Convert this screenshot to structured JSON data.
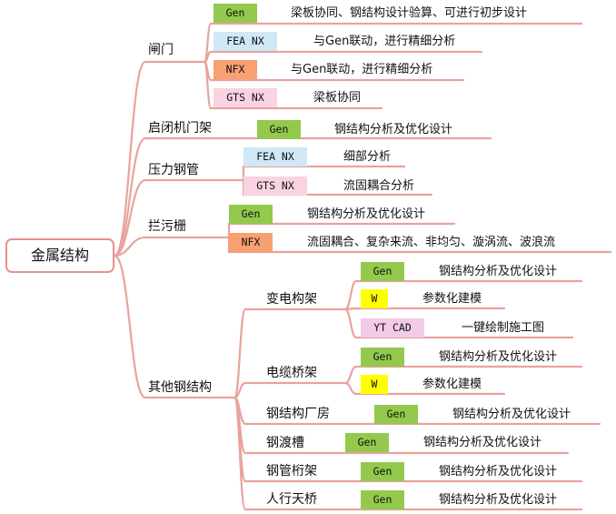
{
  "colors": {
    "line": "#e9a39e",
    "gen": "#93c94d",
    "fea": "#cfe8f6",
    "nfx": "#f7a070",
    "gts": "#f9d3e2",
    "w": "#ffff00",
    "ytcad": "#f2cbe9"
  },
  "root": {
    "label": "金属结构"
  },
  "branches": {
    "zhamen": {
      "label": "闸门"
    },
    "qibi": {
      "label": "启闭机门架"
    },
    "yaligang": {
      "label": "压力钢管"
    },
    "lanwushan": {
      "label": "拦污栅"
    },
    "qita": {
      "label": "其他钢结构"
    }
  },
  "subbranches": {
    "biandian": {
      "label": "变电构架"
    },
    "dianlan": {
      "label": "电缆桥架"
    },
    "changfang": {
      "label": "钢结构厂房"
    },
    "ducao": {
      "label": "钢渡槽"
    },
    "guanhangjia": {
      "label": "钢管桁架"
    },
    "tianqiao": {
      "label": "人行天桥"
    }
  },
  "leaves": [
    {
      "id": "zm-gen",
      "tag": "Gen",
      "tag_type": "gen",
      "desc": "梁板协同、钢结构设计验算、可进行初步设计"
    },
    {
      "id": "zm-fea",
      "tag": "FEA NX",
      "tag_type": "fea",
      "desc": "与Gen联动，进行精细分析"
    },
    {
      "id": "zm-nfx",
      "tag": "NFX",
      "tag_type": "nfx",
      "desc": "与Gen联动，进行精细分析"
    },
    {
      "id": "zm-gts",
      "tag": "GTS NX",
      "tag_type": "gts",
      "desc": "梁板协同"
    },
    {
      "id": "qb-gen",
      "tag": "Gen",
      "tag_type": "gen",
      "desc": "钢结构分析及优化设计"
    },
    {
      "id": "yl-fea",
      "tag": "FEA NX",
      "tag_type": "fea",
      "desc": "细部分析"
    },
    {
      "id": "yl-gts",
      "tag": "GTS NX",
      "tag_type": "gts",
      "desc": "流固耦合分析"
    },
    {
      "id": "lw-gen",
      "tag": "Gen",
      "tag_type": "gen",
      "desc": "钢结构分析及优化设计"
    },
    {
      "id": "lw-nfx",
      "tag": "NFX",
      "tag_type": "nfx",
      "desc": "流固耦合、复杂来流、非均匀、漩涡流、波浪流"
    },
    {
      "id": "bd-gen",
      "tag": "Gen",
      "tag_type": "gen",
      "desc": "钢结构分析及优化设计"
    },
    {
      "id": "bd-w",
      "tag": "W",
      "tag_type": "w",
      "desc": "参数化建模"
    },
    {
      "id": "bd-yt",
      "tag": "YT CAD",
      "tag_type": "ytcad",
      "desc": "一键绘制施工图"
    },
    {
      "id": "dl-gen",
      "tag": "Gen",
      "tag_type": "gen",
      "desc": "钢结构分析及优化设计"
    },
    {
      "id": "dl-w",
      "tag": "W",
      "tag_type": "w",
      "desc": "参数化建模"
    },
    {
      "id": "cf-gen",
      "tag": "Gen",
      "tag_type": "gen",
      "desc": "钢结构分析及优化设计"
    },
    {
      "id": "dc-gen",
      "tag": "Gen",
      "tag_type": "gen",
      "desc": "钢结构分析及优化设计"
    },
    {
      "id": "gh-gen",
      "tag": "Gen",
      "tag_type": "gen",
      "desc": "钢结构分析及优化设计"
    },
    {
      "id": "tq-gen",
      "tag": "Gen",
      "tag_type": "gen",
      "desc": "钢结构分析及优化设计"
    }
  ]
}
